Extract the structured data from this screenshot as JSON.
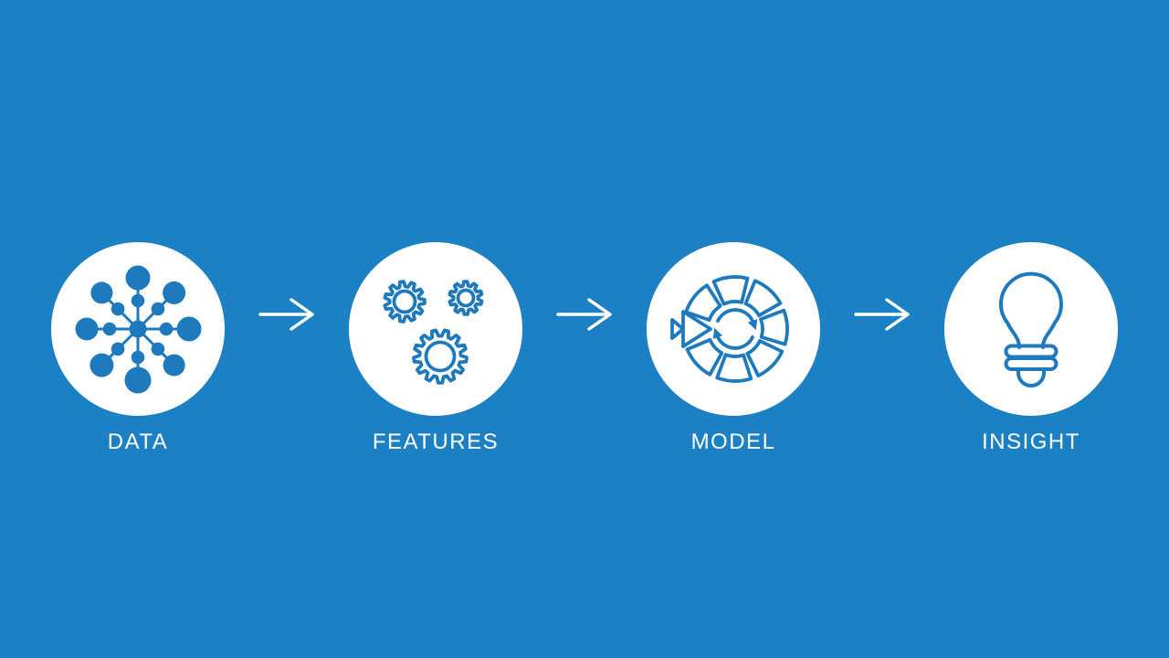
{
  "colors": {
    "background": "#1c80c4",
    "accent": "#1e79bd",
    "circle_fill": "#ffffff",
    "label_text": "#ffffff"
  },
  "pipeline": {
    "steps": [
      {
        "label": "DATA",
        "icon": "data-network-icon"
      },
      {
        "label": "FEATURES",
        "icon": "gears-icon"
      },
      {
        "label": "MODEL",
        "icon": "model-cycle-icon"
      },
      {
        "label": "INSIGHT",
        "icon": "lightbulb-icon"
      }
    ],
    "connector": {
      "icon": "arrow-right-icon"
    }
  }
}
